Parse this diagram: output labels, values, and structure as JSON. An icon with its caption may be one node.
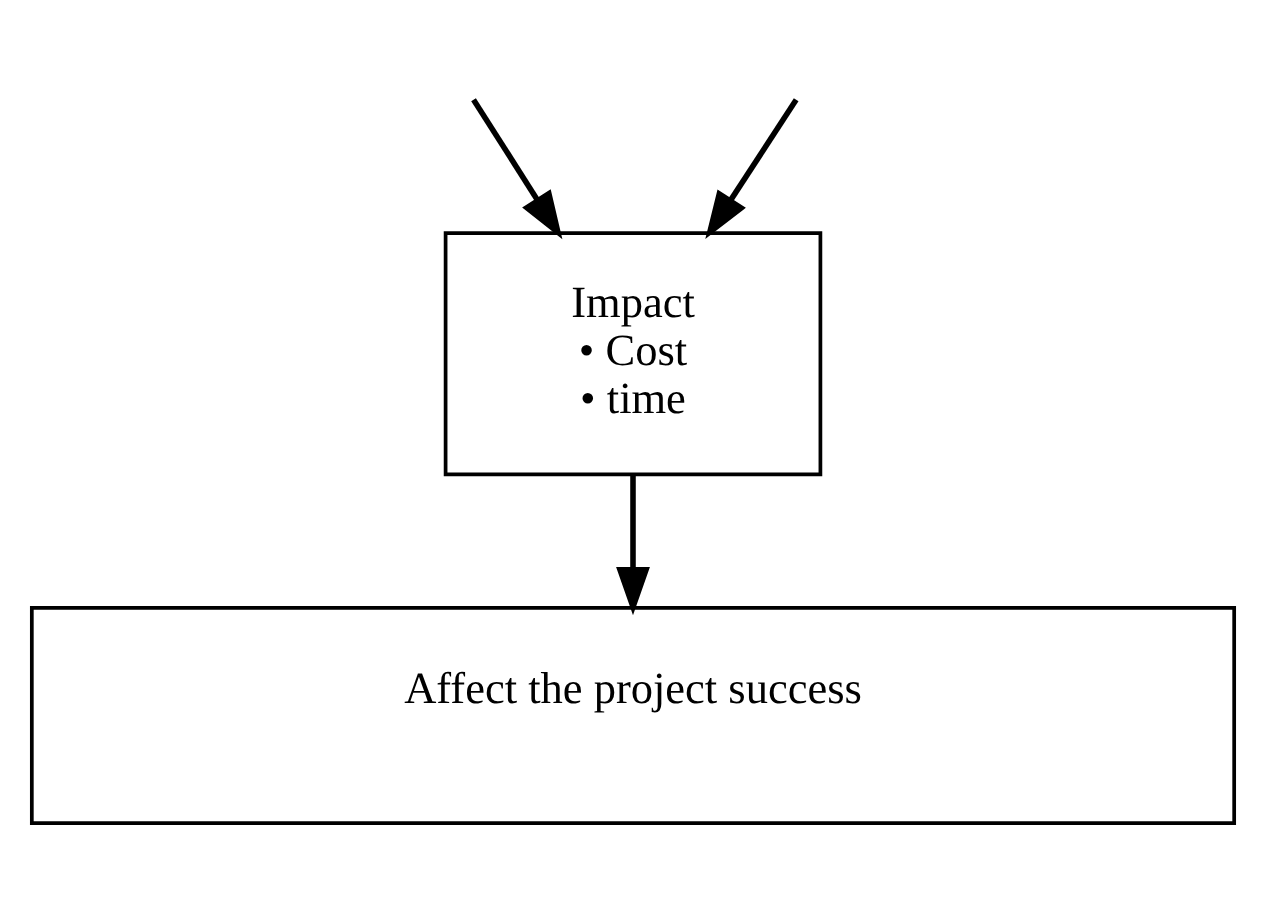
{
  "diagram": {
    "nodes": [
      {
        "text": [
          "Impact",
          "• Cost",
          "• time"
        ]
      },
      {
        "text": [
          "Affect the project success"
        ]
      }
    ],
    "edges": [
      {
        "from": null,
        "to": 0,
        "arrow": "to"
      },
      {
        "from": null,
        "to": 0,
        "arrow": "to"
      },
      {
        "from": 0,
        "to": 1,
        "arrow": "to"
      }
    ]
  }
}
